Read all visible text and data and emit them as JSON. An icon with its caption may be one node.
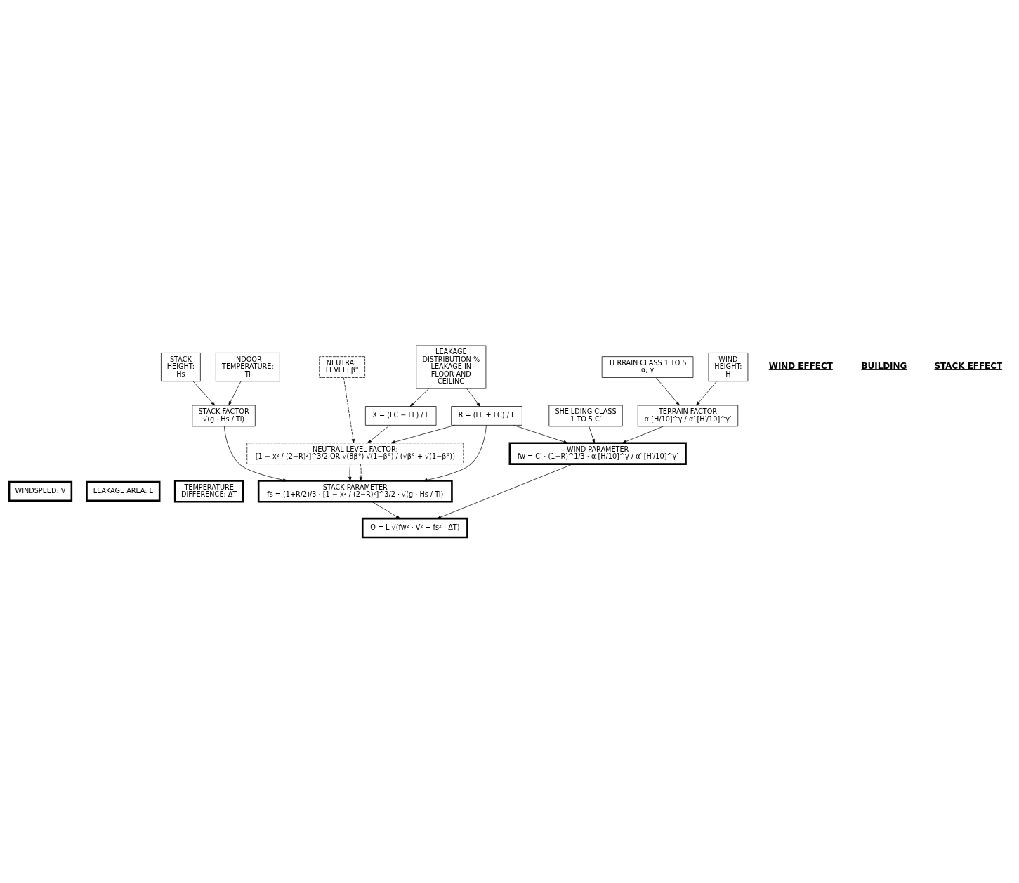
{
  "diagram": {
    "nodes": [
      {
        "text": [
          "WINDSPEED: V"
        ]
      },
      {
        "text": [
          "LEAKAGE AREA: L"
        ]
      },
      {
        "text": [
          "TEMPERATURE DIFFERENCE: ΔT"
        ]
      },
      {
        "text": [
          "TERRAIN CLASS 1 TO 5 α, γ"
        ]
      },
      {
        "text": [
          "LEAKAGE DISTRIBUTION % LEAKAGE IN FLOOR AND CEILING"
        ]
      },
      {
        "text": [
          "NEUTRAL LEVEL: β°"
        ]
      },
      {
        "text": [
          "STACK HEIGHT: Hs"
        ]
      },
      {
        "text": [
          "WIND HEIGHT: H"
        ]
      },
      {
        "text": [
          "INDOOR TEMPERATURE: Ti"
        ]
      },
      {
        "text": [
          "R = (LF + LC) / L"
        ]
      },
      {
        "text": [
          "X = (LC − LF) / L"
        ]
      },
      {
        "text": [
          "TERRAIN FACTOR",
          "α [H/10]^γ / α′ [H′/10]^γ′"
        ]
      },
      {
        "text": [
          "STACK FACTOR",
          "√(g · Hs / Ti)"
        ]
      },
      {
        "text": [
          "NEUTRAL LEVEL FACTOR:",
          "[1 − x² / (2−R)²]^3/2 OR √(8β°) √(1−β°) / (√β° + √(1−β°))"
        ]
      },
      {
        "text": [
          "SHEILDING CLASS 1 TO 5 C′"
        ]
      },
      {
        "text": [
          "WIND PARAMETER",
          "fw = C′ · (1−R)^1/3 · α [H/10]^γ / α′ [H′/10]^γ′"
        ]
      },
      {
        "text": [
          "STACK PARAMETER",
          "fs = (1+R/2)/3 · [1 − x² / (2−R)²]^3/2 · √(g · Hs / Ti)"
        ]
      },
      {
        "text": [
          "Q = L √(fw² · V² + fs² · ΔT)"
        ]
      }
    ],
    "edges": [
      {
        "from": 3,
        "to": 11,
        "arrow": "to"
      },
      {
        "from": 7,
        "to": 11,
        "arrow": "to"
      },
      {
        "from": 4,
        "to": 9,
        "arrow": "to"
      },
      {
        "from": 4,
        "to": 10,
        "arrow": "to"
      },
      {
        "from": 6,
        "to": 12,
        "arrow": "to"
      },
      {
        "from": 8,
        "to": 12,
        "arrow": "to"
      },
      {
        "from": 9,
        "to": 13,
        "arrow": "to"
      },
      {
        "from": 10,
        "to": 13,
        "arrow": "to"
      },
      {
        "from": 5,
        "to": 13,
        "arrow": "to",
        "style": "dashed"
      },
      {
        "from": 11,
        "to": 15,
        "arrow": "to"
      },
      {
        "from": 14,
        "to": 15,
        "arrow": "to"
      },
      {
        "from": 9,
        "to": 15,
        "arrow": "to"
      },
      {
        "from": 13,
        "to": 16,
        "arrow": "to"
      },
      {
        "from": 13,
        "to": 16,
        "arrow": "to",
        "style": "dashed"
      },
      {
        "from": 9,
        "to": 16,
        "arrow": "to"
      },
      {
        "from": 12,
        "to": 16,
        "arrow": "to"
      },
      {
        "from": 15,
        "to": 17,
        "arrow": "to"
      },
      {
        "from": 16,
        "to": 17,
        "arrow": "to"
      }
    ],
    "labels": [
      "WIND EFFECT",
      "BUILDING",
      "STACK EFFECT"
    ]
  }
}
